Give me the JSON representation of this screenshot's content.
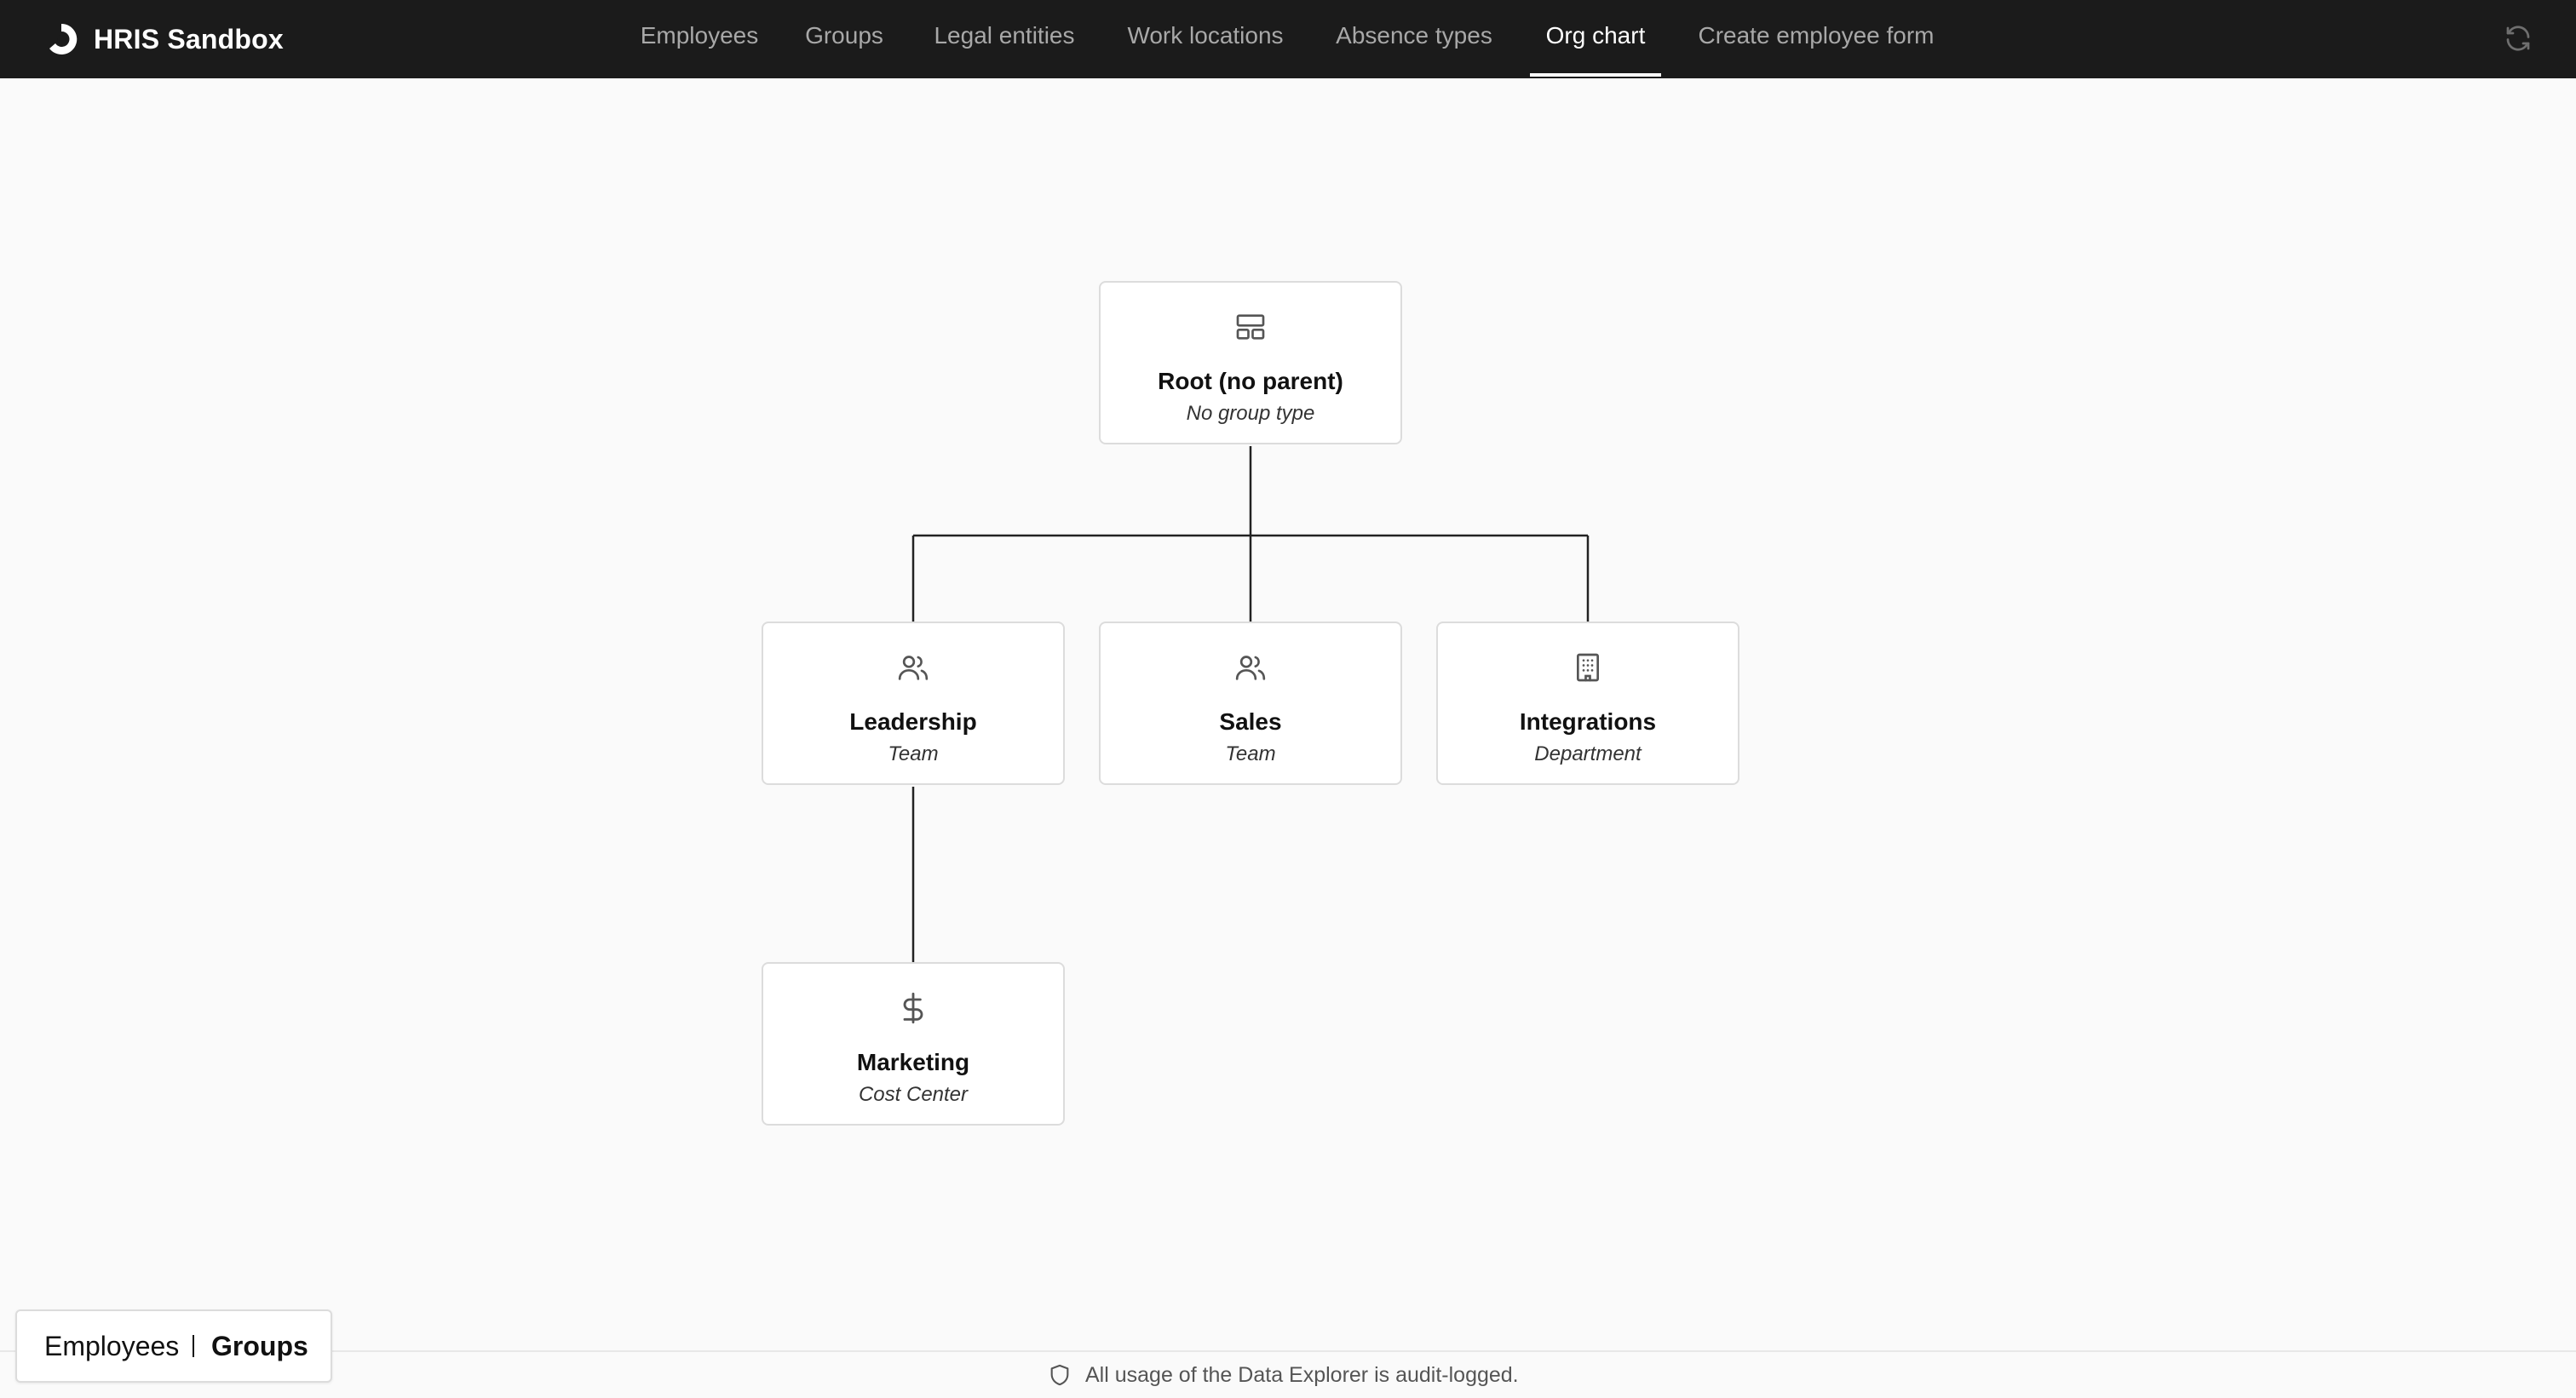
{
  "app": {
    "brand_name": "HRIS Sandbox"
  },
  "nav": {
    "tabs": [
      {
        "label": "Employees",
        "active": false
      },
      {
        "label": "Groups",
        "active": false
      },
      {
        "label": "Legal entities",
        "active": false
      },
      {
        "label": "Work locations",
        "active": false
      },
      {
        "label": "Absence types",
        "active": false
      },
      {
        "label": "Org chart",
        "active": true
      },
      {
        "label": "Create employee form",
        "active": false
      }
    ]
  },
  "org_chart": {
    "root": {
      "name": "Root (no parent)",
      "type": "No group type",
      "icon": "layout-icon"
    },
    "children": [
      {
        "name": "Leadership",
        "type": "Team",
        "icon": "users-icon"
      },
      {
        "name": "Sales",
        "type": "Team",
        "icon": "users-icon"
      },
      {
        "name": "Integrations",
        "type": "Department",
        "icon": "building-icon"
      }
    ],
    "grandchildren": [
      {
        "name": "Marketing",
        "type": "Cost Center",
        "icon": "dollar-icon",
        "parent": "Leadership"
      }
    ]
  },
  "view_switcher": {
    "employees_label": "Employees",
    "groups_label": "Groups",
    "active": "Groups"
  },
  "footer": {
    "notice": "All usage of the Data Explorer is audit-logged."
  },
  "colors": {
    "topbar_bg": "#1b1b1b",
    "page_bg": "#fafafa",
    "active_tab": "#ffffff",
    "inactive_tab": "#a8a8a8"
  }
}
